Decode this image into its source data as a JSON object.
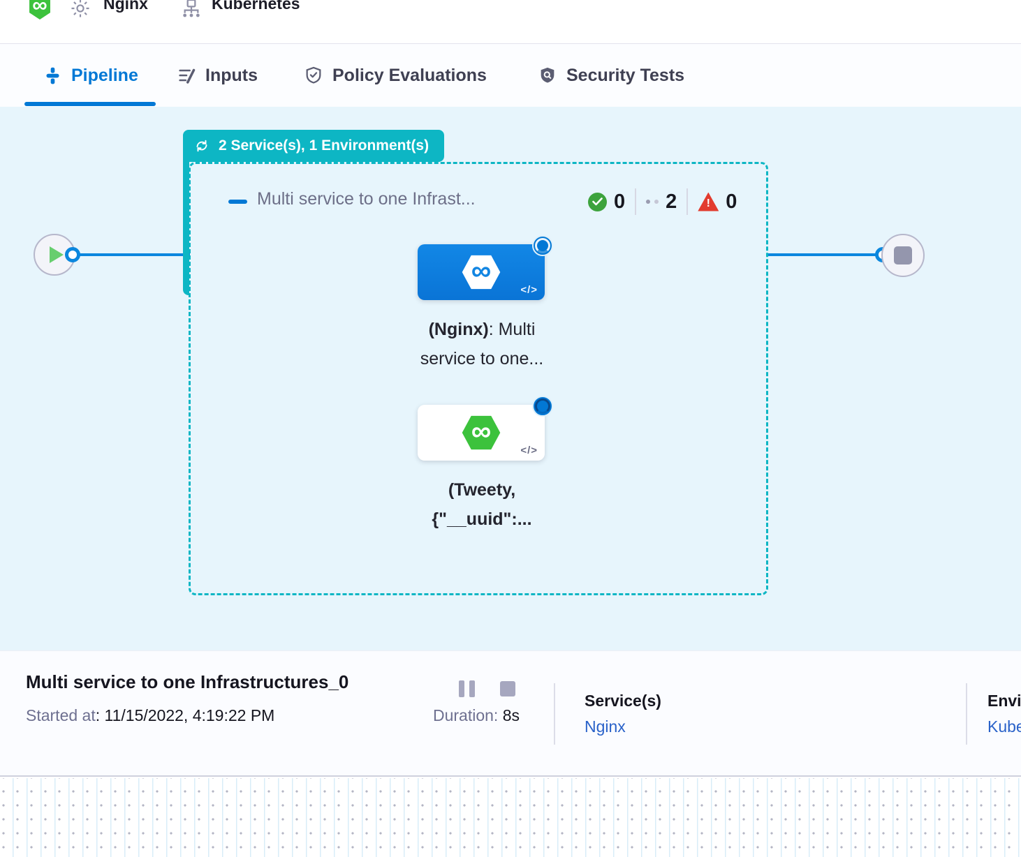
{
  "colors": {
    "accent_blue": "#0278d5",
    "matrix_teal": "#0db6c4",
    "canvas_bg": "#e7f5fc",
    "success_green": "#3da33d",
    "error_red": "#e23b2e",
    "harness_green": "#3cc23c"
  },
  "breadcrumb": {
    "service_name": "Nginx",
    "environment_name": "Kubernetes"
  },
  "tabs": [
    {
      "label": "Pipeline"
    },
    {
      "label": "Inputs"
    },
    {
      "label": "Policy Evaluations"
    },
    {
      "label": "Security Tests"
    }
  ],
  "canvas": {
    "matrix_badge": "2 Service(s), 1 Environment(s)",
    "group_title": "Multi service to one Infrast...",
    "counts": {
      "success": "0",
      "running": "2",
      "failed": "0"
    },
    "stages": [
      {
        "bold": "(Nginx)",
        "rest": ": Multi",
        "line2": "service to one..."
      },
      {
        "line1": "(Tweety,",
        "line2": "{\"__uuid\":..."
      }
    ]
  },
  "footer": {
    "title": "Multi service to one Infrastructures_0",
    "started_label": "Started at",
    "started_value": ": 11/15/2022, 4:19:22 PM",
    "duration_label": "Duration:",
    "duration_value": "8s",
    "services_label": "Service(s)",
    "services_value": "Nginx",
    "environment_label": "Environment(s)",
    "environment_value": "Kubernetes"
  }
}
